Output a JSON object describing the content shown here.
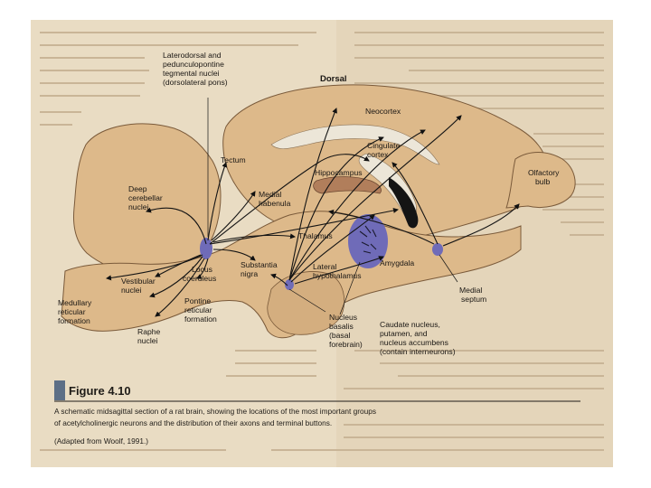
{
  "figure": {
    "number_label": "Figure 4.10",
    "caption_lines": [
      "A schematic midsagittal section of a rat brain, showing the locations of the most important groups",
      "of acetylcholinergic neurons and the distribution of their axons and terminal buttons.",
      "(Adapted from Woolf, 1991.)"
    ]
  },
  "labels": {
    "pons_nuclei": [
      "Laterodorsal and",
      "pedunculopontine",
      "tegmental nuclei",
      "(dorsolateral pons)"
    ],
    "dorsal": "Dorsal",
    "neocortex": "Neocortex",
    "cingulate": [
      "Cingulate",
      "cortex"
    ],
    "olfactory": [
      "Olfactory",
      "bulb"
    ],
    "hippocampus": "Hippocampus",
    "tectum": "Tectum",
    "deep_cerebellar": [
      "Deep",
      "cerebellar",
      "nuclei"
    ],
    "medial_habenula": [
      "Medial",
      "habenula"
    ],
    "thalamus": "Thalamus",
    "substantia_nigra": [
      "Substantia",
      "nigra"
    ],
    "locus_coeruleus": [
      "Locus",
      "coeruleus"
    ],
    "vestibular": [
      "Vestibular",
      "nuclei"
    ],
    "medullary": [
      "Medullary",
      "reticular",
      "formation"
    ],
    "pontine": [
      "Pontine",
      "reticular",
      "formation"
    ],
    "raphe": [
      "Raphe",
      "nuclei"
    ],
    "lateral_hypothalamus": [
      "Lateral",
      "hypothalamus"
    ],
    "amygdala": "Amygdala",
    "medial_septum": [
      "Medial",
      "septum"
    ],
    "nucleus_basalis": [
      "Nucleus",
      "basalis",
      "(basal",
      "forebrain)"
    ],
    "caudate": [
      "Caudate nucleus,",
      "putamen, and",
      "nucleus accumbens",
      "(contain interneurons)"
    ]
  },
  "colors": {
    "paper": "#e9dcc3",
    "brain_fill": "#ddb98a",
    "brain_edge": "#7a5a3a",
    "nucleus_purple": "#6f6bb8",
    "figure_tag": "#5d6f86"
  }
}
